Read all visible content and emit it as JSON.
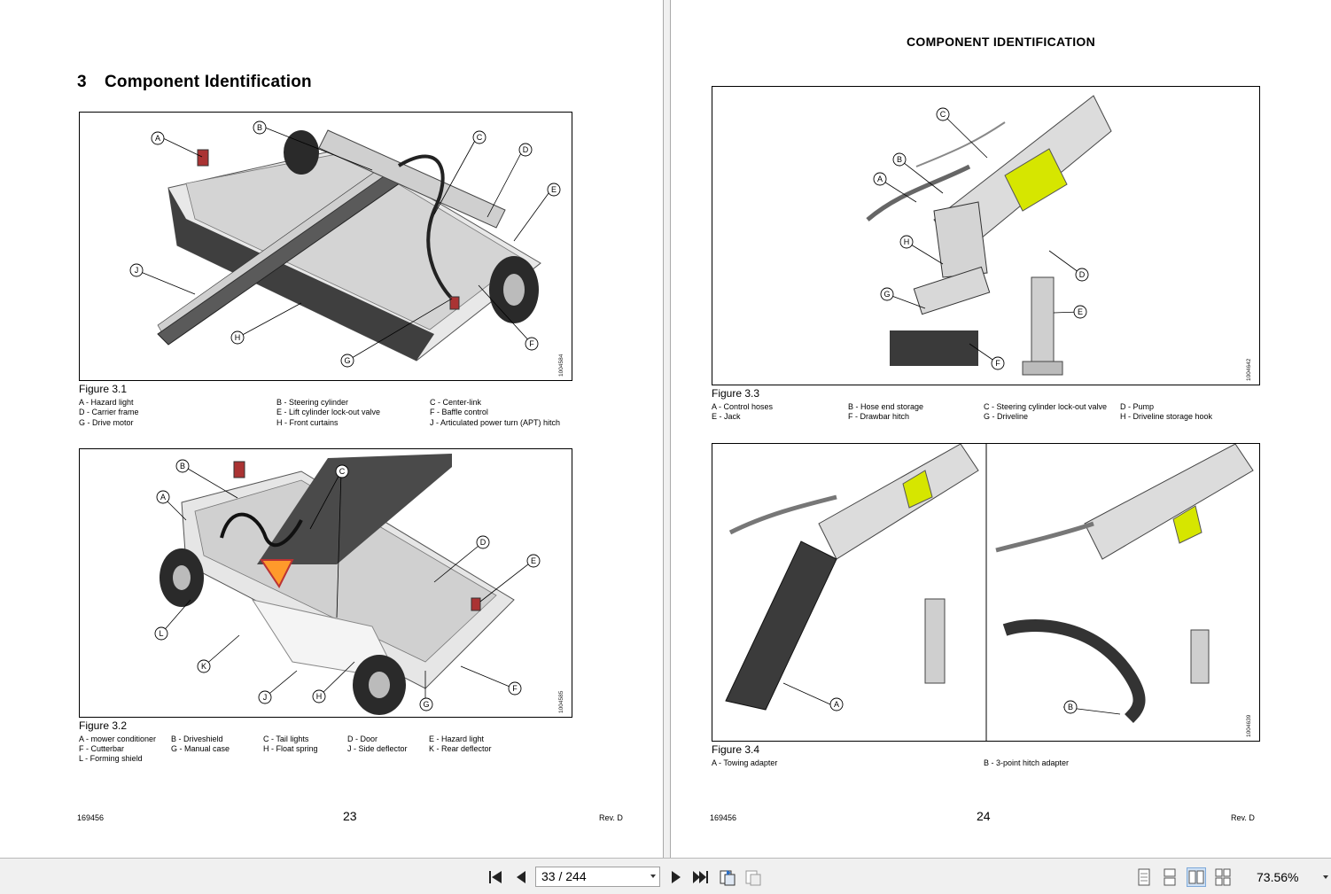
{
  "left_page": {
    "chapter_number": "3",
    "chapter_title": "Component Identification",
    "figure1": {
      "caption": "Figure 3.1",
      "id": "1004584",
      "callouts": [
        "A",
        "B",
        "C",
        "D",
        "E",
        "F",
        "G",
        "H",
        "J"
      ],
      "legend": [
        "A - Hazard light",
        "B - Steering cylinder",
        "C - Center-link",
        "D - Carrier frame",
        "E - Lift cylinder lock-out valve",
        "F - Baffle control",
        "G - Drive motor",
        "H - Front curtains",
        "J - Articulated power turn (APT) hitch"
      ]
    },
    "figure2": {
      "caption": "Figure 3.2",
      "id": "1004585",
      "callouts": [
        "A",
        "B",
        "C",
        "D",
        "E",
        "F",
        "G",
        "H",
        "J",
        "K",
        "L"
      ],
      "legend": [
        "A - mower conditioner",
        "B - Driveshield",
        "C - Tail lights",
        "D - Door",
        "E - Hazard light",
        "F - Cutterbar",
        "G - Manual case",
        "H - Float spring",
        "J - Side deflector",
        "K - Rear deflector",
        "L - Forming shield"
      ]
    },
    "footer": {
      "doc_number": "169456",
      "page_number": "23",
      "revision": "Rev. D"
    }
  },
  "right_page": {
    "running_head": "COMPONENT IDENTIFICATION",
    "figure3": {
      "caption": "Figure 3.3",
      "id": "1004642",
      "callouts": [
        "A",
        "B",
        "C",
        "D",
        "E",
        "F",
        "G",
        "H"
      ],
      "legend": [
        "A - Control hoses",
        "B - Hose end storage",
        "C - Steering cylinder lock-out valve",
        "D - Pump",
        "E - Jack",
        "F - Drawbar hitch",
        "G - Driveline",
        "H - Driveline storage hook"
      ]
    },
    "figure4": {
      "caption": "Figure 3.4",
      "id": "1004639",
      "callouts": [
        "A",
        "B"
      ],
      "legend": [
        "A - Towing adapter",
        "B - 3-point hitch adapter"
      ]
    },
    "footer": {
      "doc_number": "169456",
      "page_number": "24",
      "revision": "Rev. D"
    }
  },
  "toolbar": {
    "page_indicator": "33 / 244",
    "zoom_level": "73.56%",
    "icons": [
      "first-page-icon",
      "prev-page-icon",
      "next-page-icon",
      "last-page-icon",
      "back-view-icon",
      "forward-view-icon",
      "single-page-icon",
      "continuous-icon",
      "facing-icon",
      "continuous-facing-icon"
    ]
  },
  "colors": {
    "toolbar_bg": "#f0f0f0",
    "hazard": "#d6e600",
    "machine_light": "#d9d9d9",
    "machine_dark": "#3a3a3a"
  }
}
